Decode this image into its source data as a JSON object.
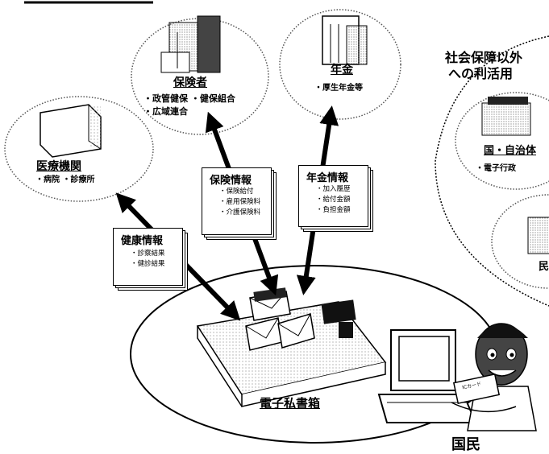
{
  "organizations": {
    "insurer": {
      "name": "保険者",
      "details": [
        "・政管健保 ・健保組合",
        "・広域連合"
      ]
    },
    "pension": {
      "name": "年金",
      "details": [
        "・厚生年金等"
      ]
    },
    "medical": {
      "name": "医療機関",
      "details": [
        "・病院 ・診療所"
      ]
    }
  },
  "info_documents": {
    "health": {
      "title": "健康情報",
      "items": [
        "・診察結果",
        "・健診結果"
      ]
    },
    "insurance": {
      "title": "保険情報",
      "items": [
        "・保険給付",
        "・雇用保険料",
        "・介護保険料"
      ]
    },
    "pension": {
      "title": "年金情報",
      "items": [
        "・加入履歴",
        "・給付金額",
        "・負担金額"
      ]
    }
  },
  "other_use": {
    "title_line1": "社会保障以外",
    "title_line2": "への利活用",
    "government": {
      "name": "国・自治体",
      "details": [
        "・電子行政"
      ]
    },
    "private_partial": "民"
  },
  "mailbox": {
    "label": "電子私書箱"
  },
  "citizen": {
    "label": "国民",
    "card_text": "ICカード"
  }
}
